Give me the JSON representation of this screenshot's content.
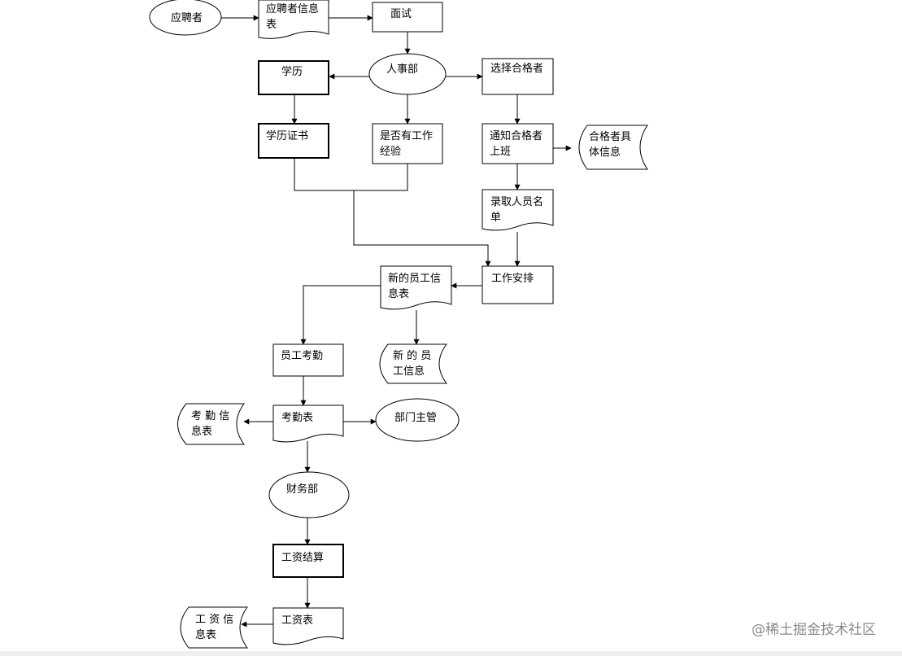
{
  "colors": {
    "stroke": "#000000",
    "fill": "#ffffff",
    "watermark": "#8a8a8a"
  },
  "nodes": {
    "applicant": {
      "shape": "ellipse",
      "lines": [
        "应聘者"
      ]
    },
    "applicant_form": {
      "shape": "document",
      "lines": [
        "应聘者信息",
        "表"
      ]
    },
    "interview": {
      "shape": "process",
      "lines": [
        "面试"
      ]
    },
    "hr_dept": {
      "shape": "ellipse",
      "lines": [
        "人事部"
      ]
    },
    "education": {
      "shape": "process",
      "lines": [
        "学历"
      ]
    },
    "select_qualified": {
      "shape": "process",
      "lines": [
        "选择合格者"
      ]
    },
    "diploma": {
      "shape": "process",
      "lines": [
        "学历证书"
      ]
    },
    "work_experience": {
      "shape": "process",
      "lines": [
        "是否有工作",
        "经验"
      ]
    },
    "notify_qualified": {
      "shape": "process",
      "lines": [
        "通知合格者",
        "上班"
      ]
    },
    "qualified_details": {
      "shape": "storage",
      "lines": [
        "合格者具",
        "体信息"
      ]
    },
    "hired_list": {
      "shape": "document",
      "lines": [
        "录取人员名",
        "单"
      ]
    },
    "job_assignment": {
      "shape": "process",
      "lines": [
        "工作安排"
      ]
    },
    "new_employee_form": {
      "shape": "document",
      "lines": [
        "新的员工信",
        "息表"
      ]
    },
    "new_employee_info": {
      "shape": "storage",
      "lines": [
        "新 的 员",
        "工信息"
      ]
    },
    "attendance": {
      "shape": "process",
      "lines": [
        "员工考勤"
      ]
    },
    "attendance_sheet": {
      "shape": "document",
      "lines": [
        "考勤表"
      ]
    },
    "attendance_info": {
      "shape": "storage",
      "lines": [
        "考 勤 信",
        "息表"
      ]
    },
    "dept_manager": {
      "shape": "ellipse",
      "lines": [
        "部门主管"
      ]
    },
    "finance_dept": {
      "shape": "ellipse",
      "lines": [
        "财务部"
      ]
    },
    "payroll_settlement": {
      "shape": "process",
      "lines": [
        "工资结算"
      ]
    },
    "payroll_sheet": {
      "shape": "document",
      "lines": [
        "工资表"
      ]
    },
    "payroll_info": {
      "shape": "storage",
      "lines": [
        "工 资 信",
        "息表"
      ]
    }
  },
  "connections": [
    {
      "from": "applicant",
      "to": "applicant_form"
    },
    {
      "from": "applicant_form",
      "to": "interview"
    },
    {
      "from": "interview",
      "to": "hr_dept"
    },
    {
      "from": "hr_dept",
      "to": "education"
    },
    {
      "from": "hr_dept",
      "to": "select_qualified"
    },
    {
      "from": "hr_dept",
      "to": "work_experience"
    },
    {
      "from": "education",
      "to": "diploma"
    },
    {
      "from": "select_qualified",
      "to": "notify_qualified"
    },
    {
      "from": "notify_qualified",
      "to": "qualified_details"
    },
    {
      "from": "notify_qualified",
      "to": "hired_list"
    },
    {
      "from": "diploma",
      "to": "job_assignment"
    },
    {
      "from": "work_experience",
      "to": "job_assignment"
    },
    {
      "from": "hired_list",
      "to": "job_assignment"
    },
    {
      "from": "job_assignment",
      "to": "new_employee_form"
    },
    {
      "from": "new_employee_form",
      "to": "new_employee_info"
    },
    {
      "from": "new_employee_form",
      "to": "attendance"
    },
    {
      "from": "attendance",
      "to": "attendance_sheet"
    },
    {
      "from": "attendance_sheet",
      "to": "attendance_info"
    },
    {
      "from": "attendance_sheet",
      "to": "dept_manager"
    },
    {
      "from": "attendance_sheet",
      "to": "finance_dept"
    },
    {
      "from": "finance_dept",
      "to": "payroll_settlement"
    },
    {
      "from": "payroll_settlement",
      "to": "payroll_sheet"
    },
    {
      "from": "payroll_sheet",
      "to": "payroll_info"
    }
  ],
  "watermark": "@稀土掘金技术社区"
}
